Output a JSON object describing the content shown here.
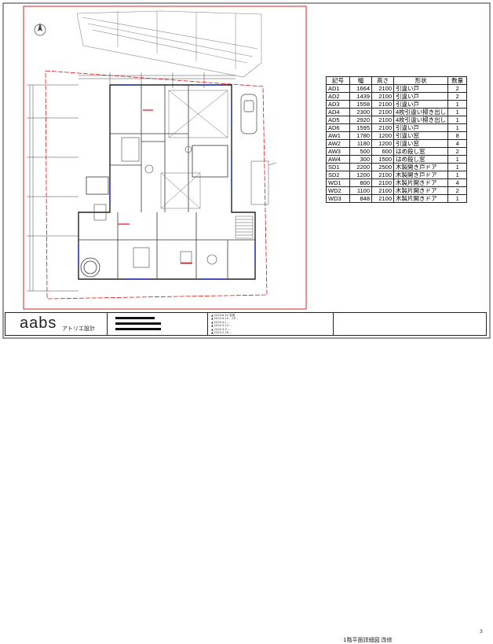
{
  "schedule": {
    "headers": [
      "記号",
      "幅",
      "高さ",
      "形状",
      "数量"
    ],
    "rows": [
      [
        "AD1",
        "1664",
        "2100",
        "引違い戸",
        "2"
      ],
      [
        "AD2",
        "1439",
        "2100",
        "引違い戸",
        "2"
      ],
      [
        "AD3",
        "1558",
        "2100",
        "引違い戸",
        "1"
      ],
      [
        "AD4",
        "2300",
        "2100",
        "4枚引違い掃き出し",
        "1"
      ],
      [
        "AD5",
        "2920",
        "2100",
        "4枚引違い掃き出し",
        "1"
      ],
      [
        "AD6",
        "1595",
        "2100",
        "引違い戸",
        "1"
      ],
      [
        "AW1",
        "1780",
        "1200",
        "引違い窓",
        "8"
      ],
      [
        "AW2",
        "1180",
        "1200",
        "引違い窓",
        "4"
      ],
      [
        "AW3",
        "500",
        "600",
        "はめ殺し窓",
        "2"
      ],
      [
        "AW4",
        "300",
        "1500",
        "はめ殺し窓",
        "1"
      ],
      [
        "SD1",
        "2200",
        "2500",
        "木製開き戸ドア",
        "1"
      ],
      [
        "SD2",
        "1200",
        "2100",
        "木製開き戸ドア",
        "1"
      ],
      [
        "WD1",
        "800",
        "2100",
        "木製片開きドア",
        "4"
      ],
      [
        "WD2",
        "1100",
        "2100",
        "木製片開きドア",
        "2"
      ],
      [
        "WD3",
        "848",
        "2100",
        "木製片開きドア",
        "1"
      ]
    ]
  },
  "title_block": {
    "logo": "aabs",
    "logo_sub": "アトリエ設計",
    "notes": [
      "2020.6.22  変更",
      "2020.4.15  ...LP...",
      "2020.4.1  ...",
      "2020.3.15  ...",
      "2020.3.9  ...",
      "2020.2.26  ..."
    ],
    "project": "1階平面詳細図  改修",
    "sheet_number": "3"
  },
  "colors": {
    "frame": "#d42020",
    "lines": "#444444",
    "accent_blue": "#2b3ed1",
    "accent_red": "#e01010"
  },
  "icons": {
    "north": "north-arrow-icon"
  }
}
